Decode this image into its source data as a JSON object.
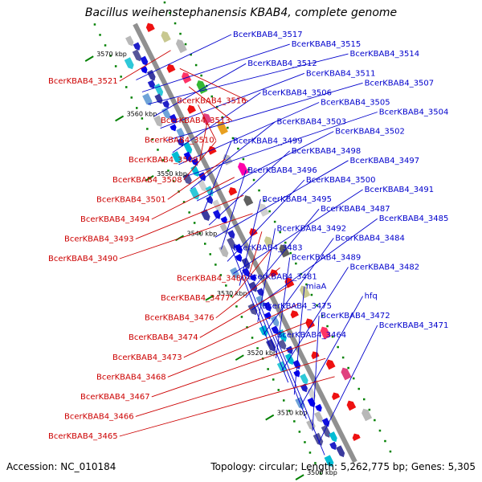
{
  "title": "Bacillus weihenstephanensis KBAB4, complete genome",
  "footer": {
    "accession": "Accession: NC_010184",
    "info": "Topology: circular; Length: 5,262,775 bp; Genes: 5,305"
  },
  "colors": {
    "backbone": "#909090",
    "forward_label": "#0000cc",
    "reverse_label": "#cc0000",
    "tick": "#008000"
  },
  "scale_marks": [
    {
      "text": "3570 kbp"
    },
    {
      "text": "3560 kbp"
    },
    {
      "text": "3550 kbp"
    },
    {
      "text": "3540 kbp"
    },
    {
      "text": "3530 kbp"
    },
    {
      "text": "3520 kbp"
    },
    {
      "text": "3510 kbp"
    },
    {
      "text": "3500 kbp"
    }
  ],
  "forward_genes": [
    "BcerKBAB4_3517",
    "BcerKBAB4_3515",
    "BcerKBAB4_3514",
    "BcerKBAB4_3512",
    "BcerKBAB4_3511",
    "BcerKBAB4_3507",
    "BcerKBAB4_3506",
    "BcerKBAB4_3505",
    "BcerKBAB4_3504",
    "BcerKBAB4_3503",
    "BcerKBAB4_3502",
    "BcerKBAB4_3499",
    "BcerKBAB4_3498",
    "BcerKBAB4_3497",
    "BcerKBAB4_3496",
    "BcerKBAB4_3500",
    "BcerKBAB4_3491",
    "BcerKBAB4_3495",
    "BcerKBAB4_3487",
    "BcerKBAB4_3485",
    "BcerKBAB4_3492",
    "BcerKBAB4_3484",
    "BcerKBAB4_3483",
    "BcerKBAB4_3489",
    "BcerKBAB4_3482",
    "BcerKBAB4_3481",
    "miaA",
    "hfq",
    "BcerKBAB4_3475",
    "BcerKBAB4_3472",
    "BcerKBAB4_3471",
    "BcerKBAB4_3464"
  ],
  "reverse_genes": [
    "BcerKBAB4_3521",
    "BcerKBAB4_3516",
    "BcerKBAB4_3513",
    "BcerKBAB4_3510",
    "BcerKBAB4_3509",
    "BcerKBAB4_3508",
    "BcerKBAB4_3501",
    "BcerKBAB4_3494",
    "BcerKBAB4_3493",
    "BcerKBAB4_3490",
    "BcerKBAB4_3480",
    "BcerKBAB4_3477",
    "BcerKBAB4_3476",
    "BcerKBAB4_3474",
    "BcerKBAB4_3473",
    "BcerKBAB4_3468",
    "BcerKBAB4_3467",
    "BcerKBAB4_3466",
    "BcerKBAB4_3465"
  ]
}
